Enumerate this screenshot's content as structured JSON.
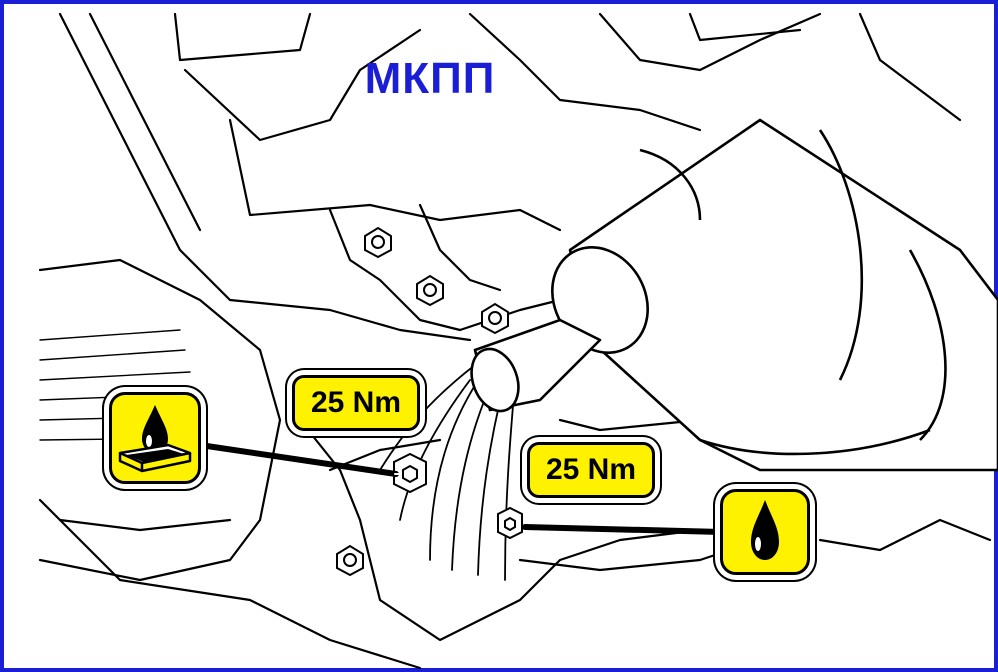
{
  "title": "МКПП",
  "callouts": [
    {
      "torque": "25 Nm",
      "icon": "oil-fill-icon"
    },
    {
      "torque": "25 Nm",
      "icon": "oil-drain-icon"
    }
  ],
  "colors": {
    "frame": "#1a1fd6",
    "title": "#1a1fd6",
    "callout_fill": "#fff200",
    "line": "#000000"
  }
}
